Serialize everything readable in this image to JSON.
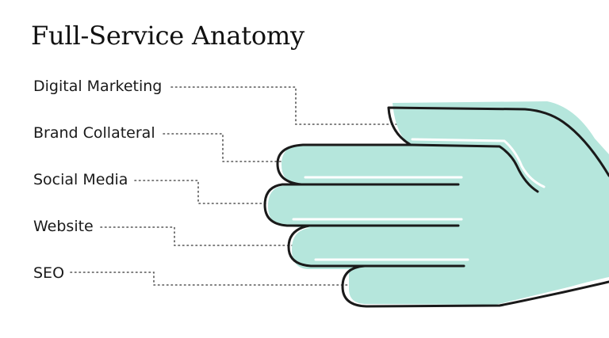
{
  "title": "Full-Service Anatomy",
  "labels": [
    "Digital Marketing",
    "Brand Collateral",
    "Social Media",
    "Website",
    "SEO"
  ],
  "colors": {
    "hand_fill": "#b5e6dc",
    "outline": "#1a1a1a",
    "leader": "#555555"
  }
}
